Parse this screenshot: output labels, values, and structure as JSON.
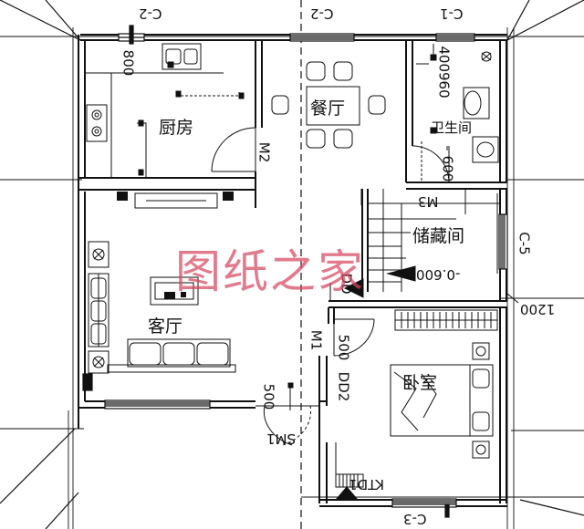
{
  "rooms": {
    "kitchen": "厨房",
    "dining": "餐厅",
    "bathroom": "卫生间",
    "storage": "储藏间",
    "living": "客厅",
    "bedroom": "卧室"
  },
  "windows": {
    "c2_left": "C-2",
    "c2_right": "C-2",
    "c1": "C-1",
    "c5": "C-5",
    "c3": "C-3"
  },
  "doors": {
    "m2": "M2",
    "m3": "M3",
    "m1": "M1",
    "dd2": "DD2",
    "dd": "DD",
    "sm1": "SM1",
    "ktd1": "KTD1"
  },
  "dimensions": {
    "d800": "800",
    "d400960": "400960",
    "d600": "600",
    "d1200": "1200",
    "d500_m1": "500",
    "d500_sm1": "500"
  },
  "elevation": "-0.600",
  "watermark": "图纸之家"
}
